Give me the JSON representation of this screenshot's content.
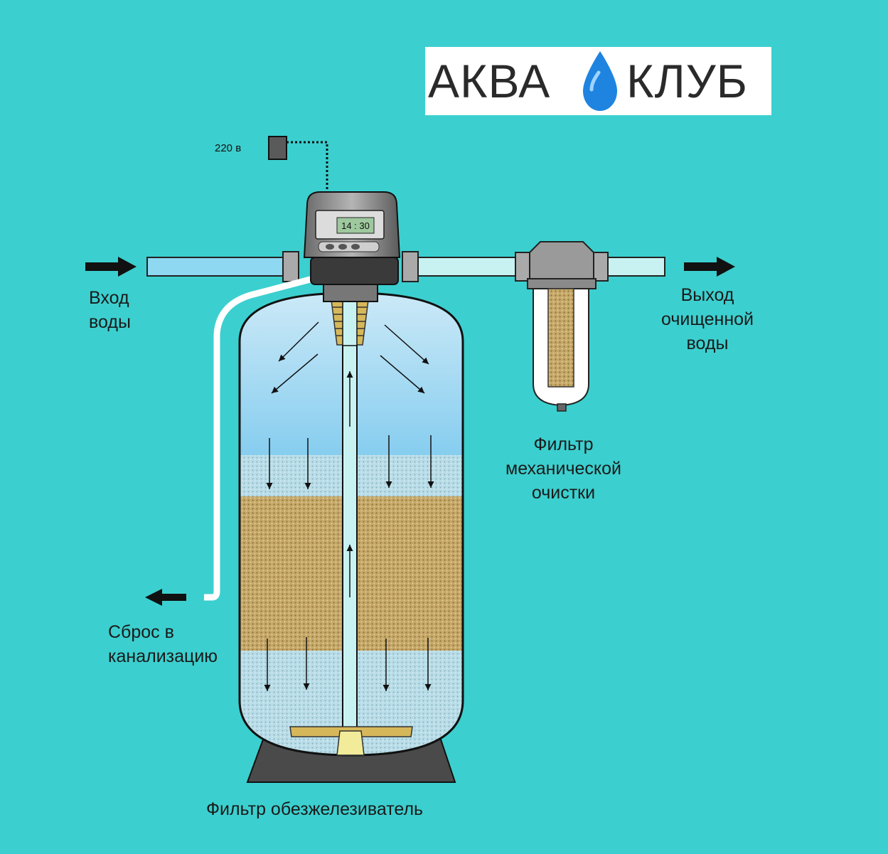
{
  "logo": {
    "left": "АКВА",
    "right": "КЛУБ"
  },
  "labels": {
    "power": "220 в",
    "timer": "14 : 30",
    "water_in": [
      "Вход",
      "воды"
    ],
    "water_out": [
      "Выход",
      "очищенной",
      "воды"
    ],
    "drain": [
      "Сброс в",
      "канализацию"
    ],
    "mech_filter": [
      "Фильтр",
      "механической",
      "очистки"
    ],
    "iron_filter": "Фильтр обезжелезиватель"
  },
  "colors": {
    "background": "#3ccfcf",
    "pipe_in": "#8fd8f2",
    "pipe_out": "#c8f2f2",
    "water": "#86cdef",
    "media": "#c2a568",
    "drop": "#1e84e0"
  }
}
